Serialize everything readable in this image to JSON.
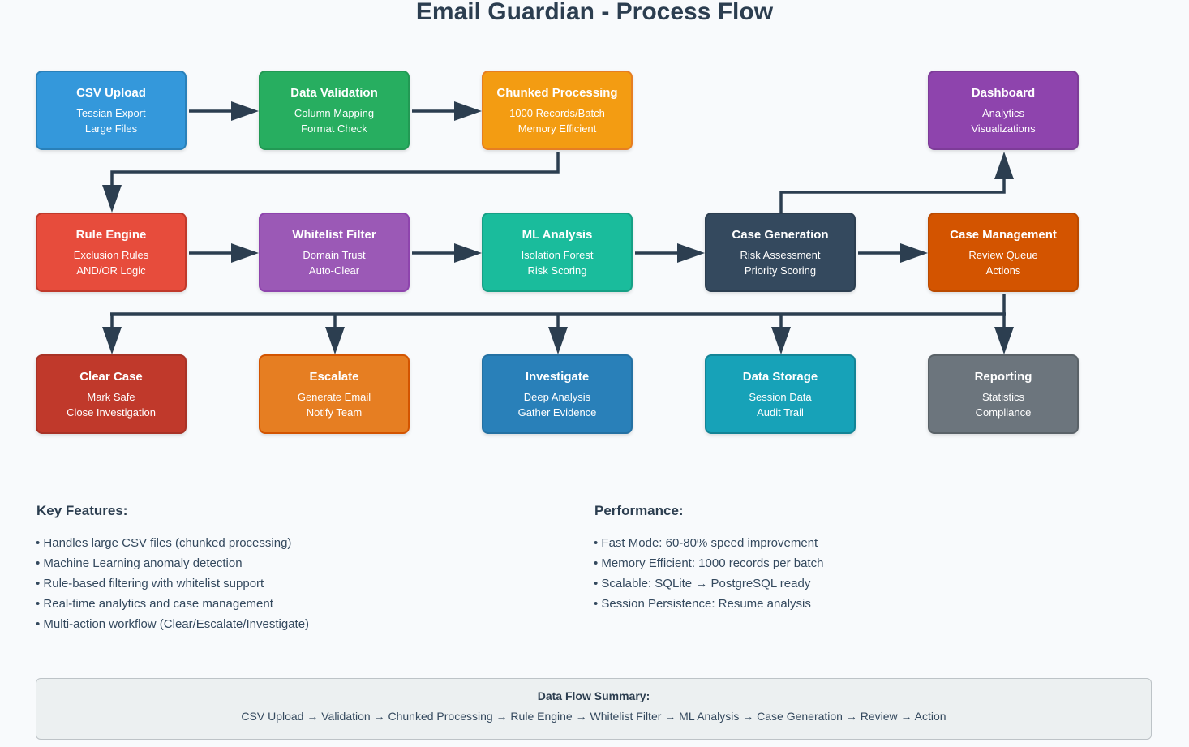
{
  "title": "Email Guardian - Process Flow",
  "colors": {
    "connector": "#2c3e50",
    "background": "#f8fafc"
  },
  "nodes": {
    "csv_upload": {
      "title": "CSV Upload",
      "lines": [
        "Tessian Export",
        "Large Files"
      ],
      "color": "#3498db",
      "border": "#2980b9"
    },
    "data_validation": {
      "title": "Data Validation",
      "lines": [
        "Column Mapping",
        "Format Check"
      ],
      "color": "#27ae60",
      "border": "#229954"
    },
    "chunked_processing": {
      "title": "Chunked Processing",
      "lines": [
        "1000 Records/Batch",
        "Memory Efficient"
      ],
      "color": "#f39c12",
      "border": "#e67e22"
    },
    "dashboard": {
      "title": "Dashboard",
      "lines": [
        "Analytics",
        "Visualizations"
      ],
      "color": "#8e44ad",
      "border": "#7d3c98"
    },
    "rule_engine": {
      "title": "Rule Engine",
      "lines": [
        "Exclusion Rules",
        "AND/OR Logic"
      ],
      "color": "#e74c3c",
      "border": "#c0392b"
    },
    "whitelist_filter": {
      "title": "Whitelist Filter",
      "lines": [
        "Domain Trust",
        "Auto-Clear"
      ],
      "color": "#9b59b6",
      "border": "#8e44ad"
    },
    "ml_analysis": {
      "title": "ML Analysis",
      "lines": [
        "Isolation Forest",
        "Risk Scoring"
      ],
      "color": "#1abc9c",
      "border": "#16a085"
    },
    "case_generation": {
      "title": "Case Generation",
      "lines": [
        "Risk Assessment",
        "Priority Scoring"
      ],
      "color": "#34495e",
      "border": "#2c3e50"
    },
    "case_management": {
      "title": "Case Management",
      "lines": [
        "Review Queue",
        "Actions"
      ],
      "color": "#d35400",
      "border": "#ba4a00"
    },
    "clear_case": {
      "title": "Clear Case",
      "lines": [
        "Mark Safe",
        "Close Investigation"
      ],
      "color": "#c0392b",
      "border": "#a93226"
    },
    "escalate": {
      "title": "Escalate",
      "lines": [
        "Generate Email",
        "Notify Team"
      ],
      "color": "#e67e22",
      "border": "#d35400"
    },
    "investigate": {
      "title": "Investigate",
      "lines": [
        "Deep Analysis",
        "Gather Evidence"
      ],
      "color": "#2980b9",
      "border": "#2471a3"
    },
    "data_storage": {
      "title": "Data Storage",
      "lines": [
        "Session Data",
        "Audit Trail"
      ],
      "color": "#17a2b8",
      "border": "#138496"
    },
    "reporting": {
      "title": "Reporting",
      "lines": [
        "Statistics",
        "Compliance"
      ],
      "color": "#6c757d",
      "border": "#5a6268"
    }
  },
  "key_features": {
    "title": "Key Features:",
    "items": [
      "• Handles large CSV files (chunked processing)",
      "• Machine Learning anomaly detection",
      "• Rule-based filtering with whitelist support",
      "• Real-time analytics and case management",
      "• Multi-action workflow (Clear/Escalate/Investigate)"
    ]
  },
  "performance": {
    "title": "Performance:",
    "items": [
      "• Fast Mode: 60-80% speed improvement",
      "• Memory Efficient: 1000 records per batch",
      "• Scalable: SQLite → PostgreSQL ready",
      "• Session Persistence: Resume analysis"
    ]
  },
  "summary": {
    "title": "Data Flow Summary:",
    "flow": "CSV Upload → Validation → Chunked Processing → Rule Engine → Whitelist Filter → ML Analysis → Case Generation → Review → Action"
  }
}
